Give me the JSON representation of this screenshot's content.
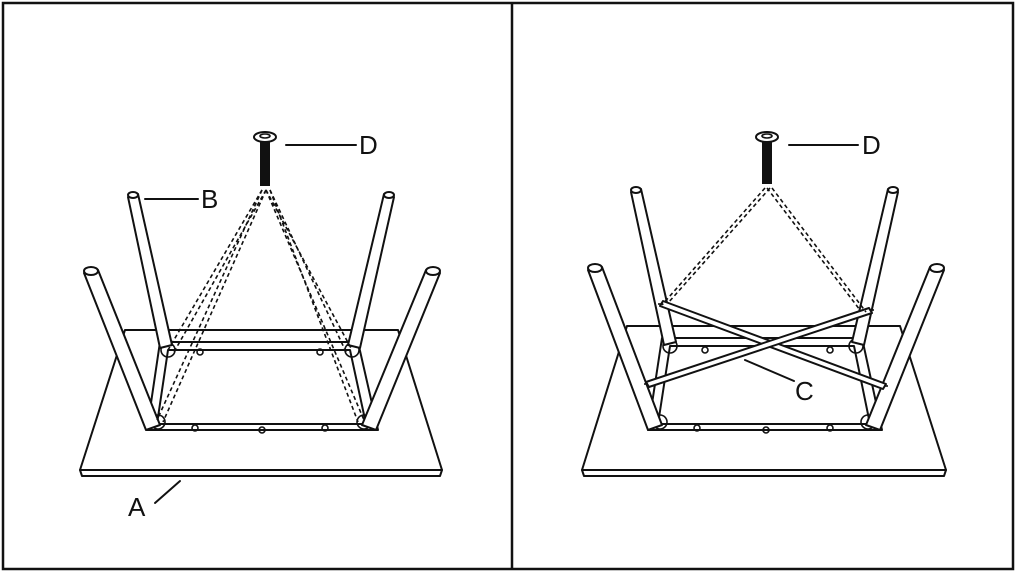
{
  "panels": [
    {
      "id": "step-1",
      "labels": {
        "table_top": "A",
        "leg": "B",
        "bolt": "D"
      }
    },
    {
      "id": "step-2",
      "labels": {
        "cross_brace": "C",
        "bolt": "D"
      }
    }
  ],
  "colors": {
    "line": "#111111",
    "background": "#ffffff"
  }
}
